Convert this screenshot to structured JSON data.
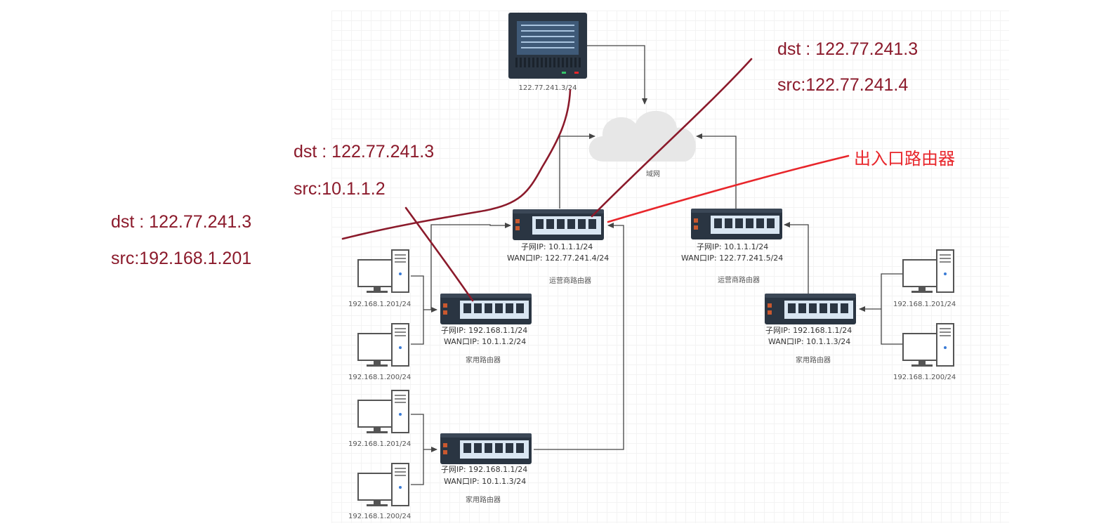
{
  "colors": {
    "annotation": "#8b1a2b",
    "highlight": "#e8262b",
    "device_dark": "#2a3542",
    "device_port_panel": "#d9e6f2",
    "led_orange": "#c9582f",
    "cloud": "#e7e7e7",
    "wire": "#444444"
  },
  "server": {
    "ip": "122.77.241.3/24"
  },
  "cloud": {
    "label": "域网"
  },
  "routers": {
    "isp_left": {
      "subnet": "子网IP:  10.1.1.1/24",
      "wan": "WAN口IP:  122.77.241.4/24",
      "name": "运营商路由器"
    },
    "isp_right": {
      "subnet": "子网IP:  10.1.1.1/24",
      "wan": "WAN口IP:  122.77.241.5/24",
      "name": "运营商路由器"
    },
    "home_left1": {
      "subnet": "子网IP:  192.168.1.1/24",
      "wan": "WAN口IP:  10.1.1.2/24",
      "name": "家用路由器"
    },
    "home_left2": {
      "subnet": "子网IP:  192.168.1.1/24",
      "wan": "WAN口IP:  10.1.1.3/24",
      "name": "家用路由器"
    },
    "home_right": {
      "subnet": "子网IP:  192.168.1.1/24",
      "wan": "WAN口IP:  10.1.1.3/24",
      "name": "家用路由器"
    }
  },
  "pcs": {
    "l1a": "192.168.1.201/24",
    "l1b": "192.168.1.200/24",
    "l2a": "192.168.1.201/24",
    "l2b": "192.168.1.200/24",
    "ra": "192.168.1.201/24",
    "rb": "192.168.1.200/24"
  },
  "annotations": {
    "top_right": {
      "dst": "dst : 122.77.241.3",
      "src": "src:122.77.241.4"
    },
    "middle": {
      "dst": "dst : 122.77.241.3",
      "src": "src:10.1.1.2"
    },
    "left": {
      "dst": "dst : 122.77.241.3",
      "src": "src:192.168.1.201"
    },
    "gateway": "出入口路由器"
  }
}
